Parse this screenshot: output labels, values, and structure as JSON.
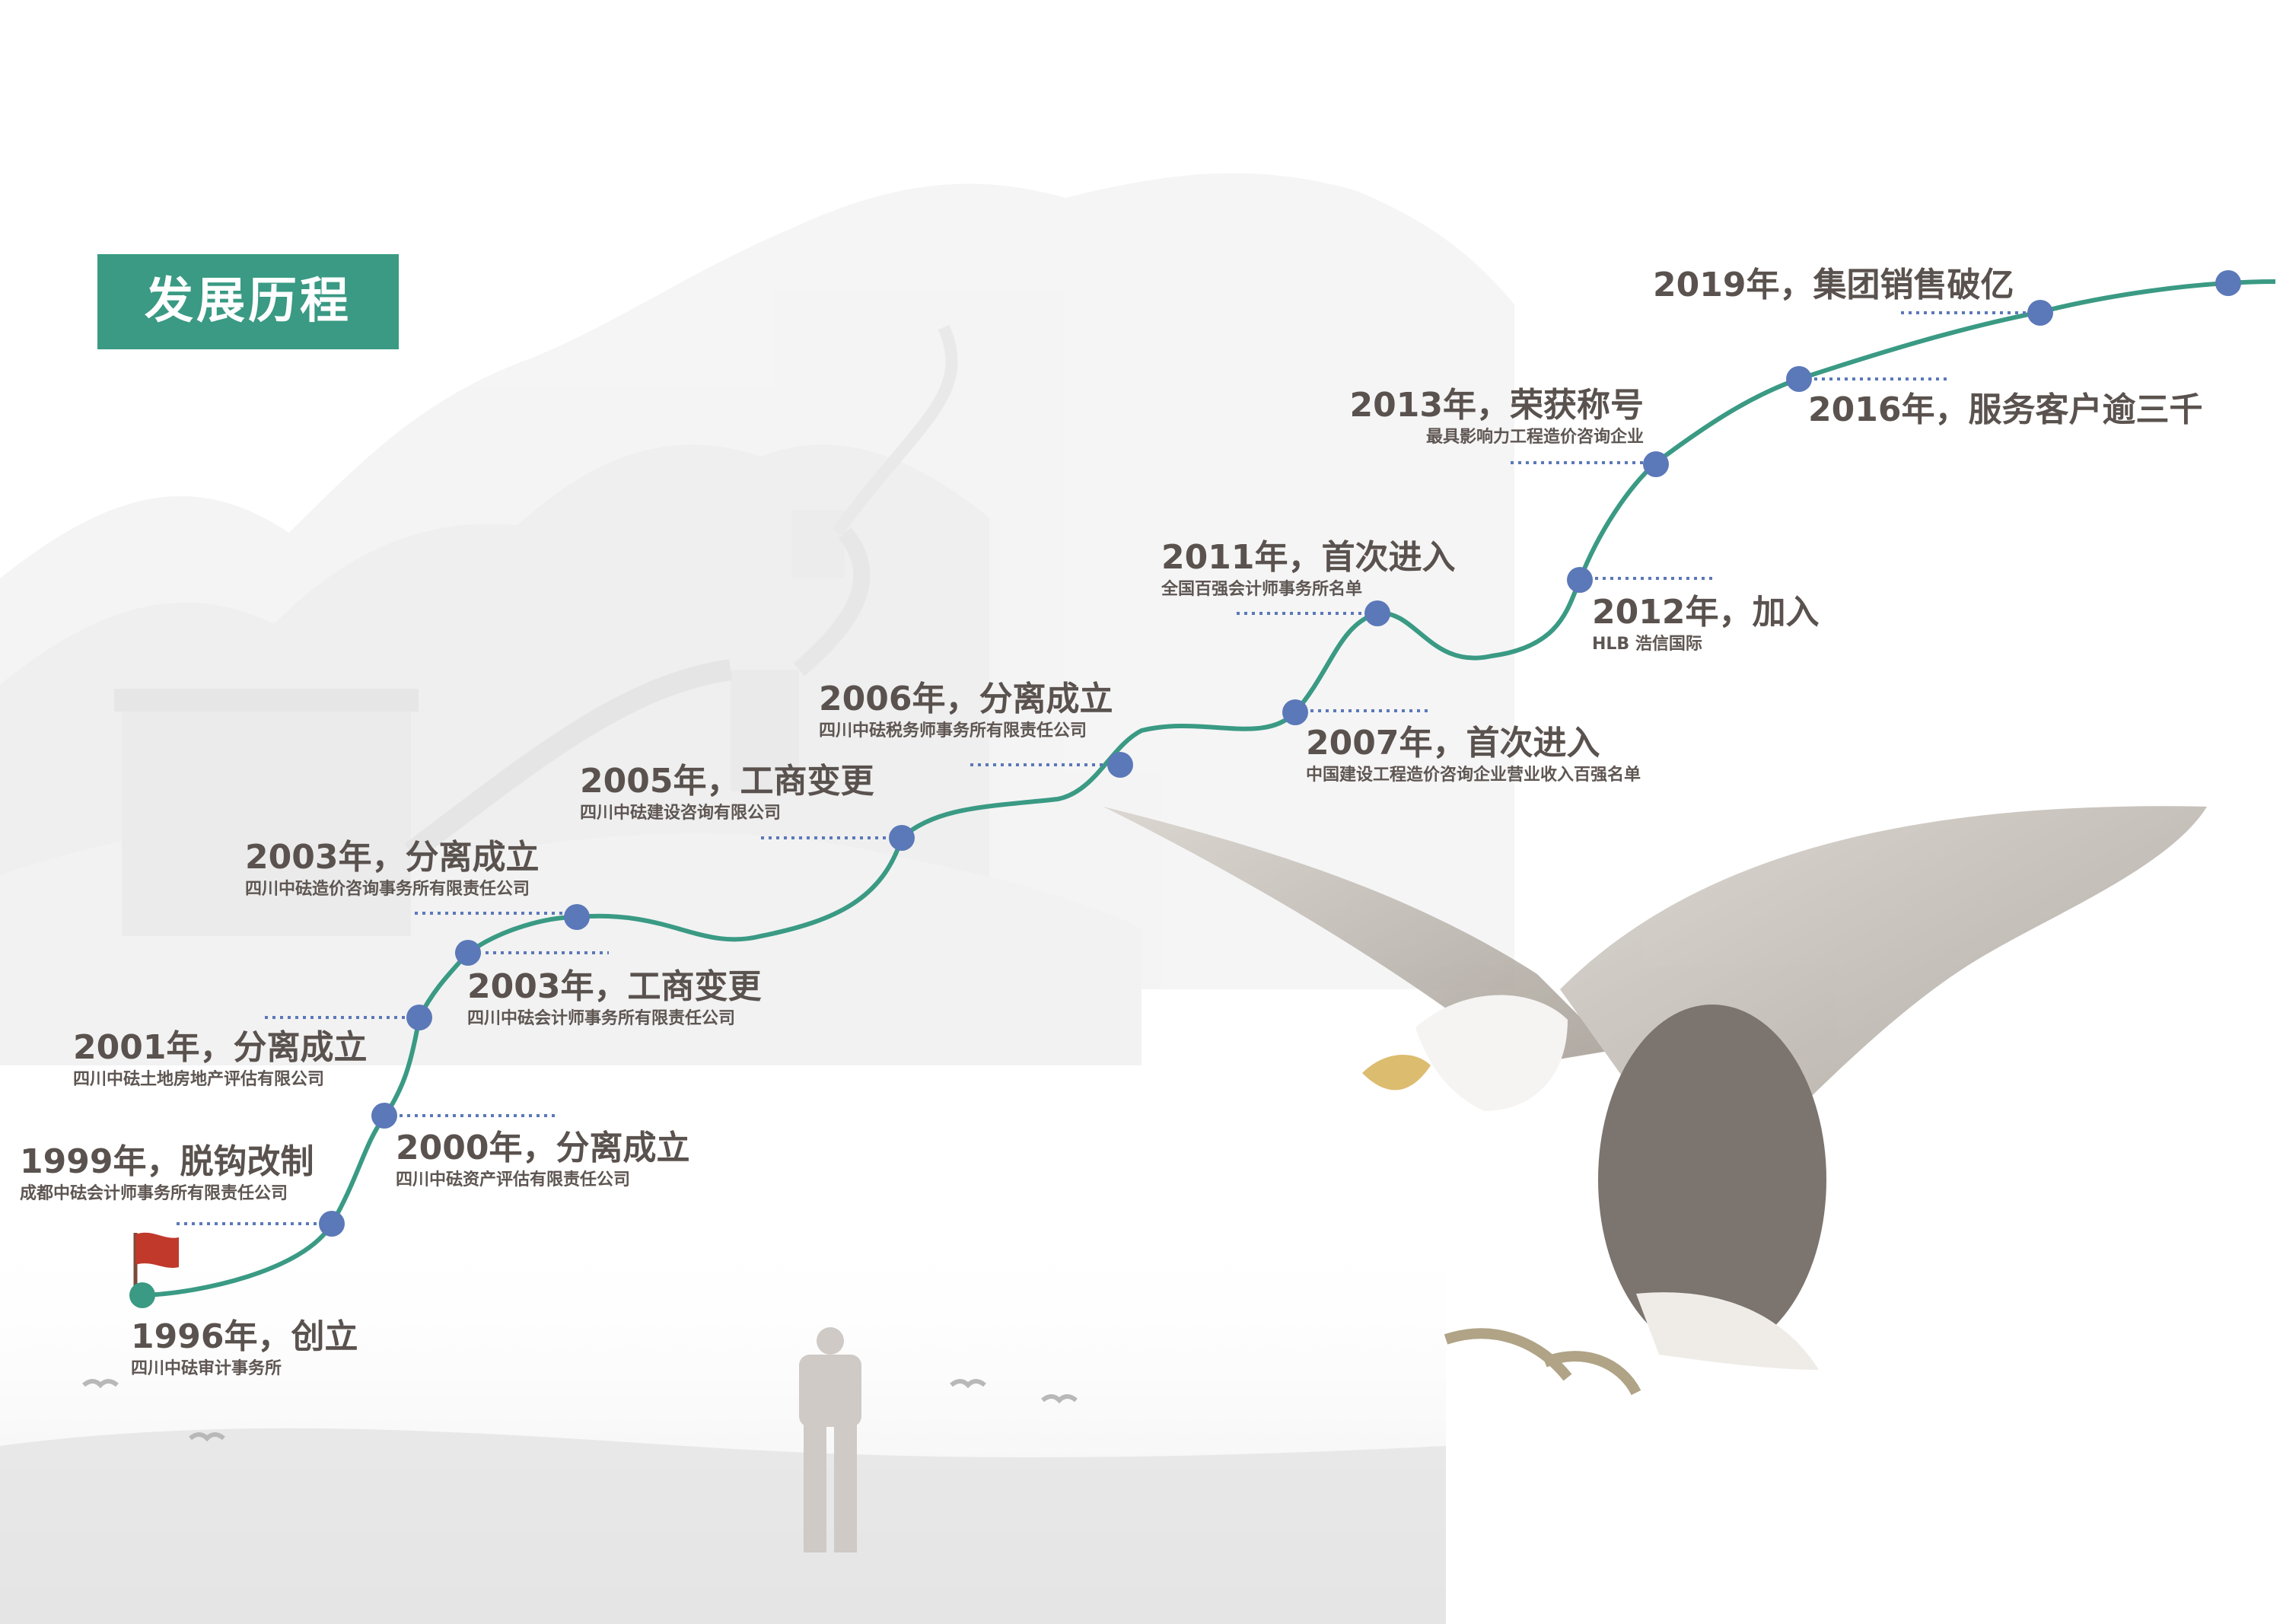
{
  "page_title": "发展历程",
  "colors": {
    "accent": "#3a9a84",
    "node": "#5b78b8",
    "start_node": "#3a9a84",
    "flag": "#c0392b",
    "text": "#5a524e"
  },
  "background_icons": [
    "great-wall-sketch",
    "eagle-illustration",
    "standing-man-silhouette",
    "birds"
  ],
  "milestones": [
    {
      "id": "1996",
      "title": "1996年，创立",
      "detail": "四川中砝审计事务所"
    },
    {
      "id": "1999",
      "title": "1999年，脱钩改制",
      "detail": "成都中砝会计师事务所有限责任公司"
    },
    {
      "id": "2000",
      "title": "2000年，分离成立",
      "detail": "四川中砝资产评估有限责任公司"
    },
    {
      "id": "2001",
      "title": "2001年，分离成立",
      "detail": "四川中砝土地房地产评估有限公司"
    },
    {
      "id": "2003a",
      "title": "2003年，工商变更",
      "detail": "四川中砝会计师事务所有限责任公司"
    },
    {
      "id": "2003b",
      "title": "2003年，分离成立",
      "detail": "四川中砝造价咨询事务所有限责任公司"
    },
    {
      "id": "2005",
      "title": "2005年，工商变更",
      "detail": "四川中砝建设咨询有限公司"
    },
    {
      "id": "2006",
      "title": "2006年，分离成立",
      "detail": "四川中砝税务师事务所有限责任公司"
    },
    {
      "id": "2007",
      "title": "2007年，首次进入",
      "detail": "中国建设工程造价咨询企业营业收入百强名单"
    },
    {
      "id": "2011",
      "title": "2011年，首次进入",
      "detail": "全国百强会计师事务所名单"
    },
    {
      "id": "2012",
      "title": "2012年，加入",
      "detail": "HLB 浩信国际"
    },
    {
      "id": "2013",
      "title": "2013年，荣获称号",
      "detail": "最具影响力工程造价咨询企业"
    },
    {
      "id": "2016",
      "title": "2016年，服务客户逾三千",
      "detail": ""
    },
    {
      "id": "2019",
      "title": "2019年，集团销售破亿",
      "detail": ""
    }
  ]
}
